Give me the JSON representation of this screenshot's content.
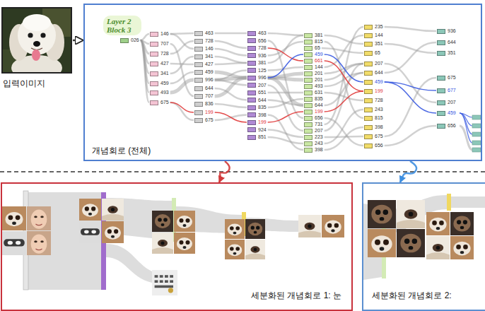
{
  "diagram": {
    "nodes": [
      {
        "text": [
          "입력이미지"
        ]
      },
      {
        "text": [
          "개념회로 (전체)"
        ]
      },
      {
        "text": [
          "Layer 2 Block 3"
        ],
        "in": 1
      },
      {
        "text": [
          "026"
        ],
        "in": 1
      },
      {
        "text": [
          "146"
        ],
        "in": 1
      },
      {
        "text": [
          "707"
        ],
        "in": 1
      },
      {
        "text": [
          "728"
        ],
        "in": 1
      },
      {
        "text": [
          "427"
        ],
        "in": 1
      },
      {
        "text": [
          "341"
        ],
        "in": 1
      },
      {
        "text": [
          "459"
        ],
        "in": 1
      },
      {
        "text": [
          "493"
        ],
        "in": 1
      },
      {
        "text": [
          "675"
        ],
        "in": 1
      },
      {
        "text": [
          "463"
        ],
        "in": 1
      },
      {
        "text": [
          "728"
        ],
        "in": 1
      },
      {
        "text": [
          "146"
        ],
        "in": 1
      },
      {
        "text": [
          "341"
        ],
        "in": 1
      },
      {
        "text": [
          "427"
        ],
        "in": 1
      },
      {
        "text": [
          "459"
        ],
        "in": 1
      },
      {
        "text": [
          "996"
        ],
        "in": 1
      },
      {
        "text": [
          "644"
        ],
        "in": 1
      },
      {
        "text": [
          "707"
        ],
        "in": 1
      },
      {
        "text": [
          "836"
        ],
        "in": 1
      },
      {
        "text": [
          "199"
        ],
        "in": 1
      },
      {
        "text": [
          "675"
        ],
        "in": 1
      },
      {
        "text": [
          "463"
        ],
        "in": 1
      },
      {
        "text": [
          "656"
        ],
        "in": 1
      },
      {
        "text": [
          "728"
        ],
        "in": 1
      },
      {
        "text": [
          "936"
        ],
        "in": 1
      },
      {
        "text": [
          "381"
        ],
        "in": 1
      },
      {
        "text": [
          "125"
        ],
        "in": 1
      },
      {
        "text": [
          "996"
        ],
        "in": 1
      },
      {
        "text": [
          "207"
        ],
        "in": 1
      },
      {
        "text": [
          "651"
        ],
        "in": 1
      },
      {
        "text": [
          "644"
        ],
        "in": 1
      },
      {
        "text": [
          "835"
        ],
        "in": 1
      },
      {
        "text": [
          "398"
        ],
        "in": 1
      },
      {
        "text": [
          "199"
        ],
        "in": 1
      },
      {
        "text": [
          "924"
        ],
        "in": 1
      },
      {
        "text": [
          "851"
        ],
        "in": 1
      },
      {
        "text": [
          "381"
        ],
        "in": 1
      },
      {
        "text": [
          "815"
        ],
        "in": 1
      },
      {
        "text": [
          "65"
        ],
        "in": 1
      },
      {
        "text": [
          "459"
        ],
        "in": 1
      },
      {
        "text": [
          "661"
        ],
        "in": 1
      },
      {
        "text": [
          "144"
        ],
        "in": 1
      },
      {
        "text": [
          "201"
        ],
        "in": 1
      },
      {
        "text": [
          "201"
        ],
        "in": 1
      },
      {
        "text": [
          "493"
        ],
        "in": 1
      },
      {
        "text": [
          "631"
        ],
        "in": 1
      },
      {
        "text": [
          "835"
        ],
        "in": 1
      },
      {
        "text": [
          "644"
        ],
        "in": 1
      },
      {
        "text": [
          "199"
        ],
        "in": 1
      },
      {
        "text": [
          "656"
        ],
        "in": 1
      },
      {
        "text": [
          "731"
        ],
        "in": 1
      },
      {
        "text": [
          "207"
        ],
        "in": 1
      },
      {
        "text": [
          "223"
        ],
        "in": 1
      },
      {
        "text": [
          "243"
        ],
        "in": 1
      },
      {
        "text": [
          "398"
        ],
        "in": 1
      },
      {
        "text": [
          "235"
        ],
        "in": 1
      },
      {
        "text": [
          "144"
        ],
        "in": 1
      },
      {
        "text": [
          "351"
        ],
        "in": 1
      },
      {
        "text": [
          "65"
        ],
        "in": 1
      },
      {
        "text": [
          "207"
        ],
        "in": 1
      },
      {
        "text": [
          "644"
        ],
        "in": 1
      },
      {
        "text": [
          "459"
        ],
        "in": 1
      },
      {
        "text": [
          "199"
        ],
        "in": 1
      },
      {
        "text": [
          "728"
        ],
        "in": 1
      },
      {
        "text": [
          "243"
        ],
        "in": 1
      },
      {
        "text": [
          "815"
        ],
        "in": 1
      },
      {
        "text": [
          "398"
        ],
        "in": 1
      },
      {
        "text": [
          "675"
        ],
        "in": 1
      },
      {
        "text": [
          "656"
        ],
        "in": 1
      },
      {
        "text": [
          "936"
        ],
        "in": 1
      },
      {
        "text": [
          "644"
        ],
        "in": 1
      },
      {
        "text": [
          "351"
        ],
        "in": 1
      },
      {
        "text": [
          "675"
        ],
        "in": 1
      },
      {
        "text": [
          "677"
        ],
        "in": 1
      },
      {
        "text": [
          "207"
        ],
        "in": 1
      },
      {
        "text": [
          "459"
        ],
        "in": 1
      },
      {
        "text": [
          "656"
        ],
        "in": 1
      },
      {
        "text": [
          "세분화된 개념회로 1: 눈"
        ]
      },
      {
        "text": [
          "세분화된 개념회로 2:"
        ]
      }
    ],
    "edges": [
      {
        "from": 0,
        "to": 1,
        "arrow": "to"
      },
      {
        "from": 3,
        "to": 4,
        "arrow": "none"
      },
      {
        "from": 3,
        "to": 5,
        "arrow": "none"
      },
      {
        "from": 3,
        "to": 6,
        "arrow": "none"
      },
      {
        "from": 3,
        "to": 7,
        "arrow": "none"
      },
      {
        "from": 3,
        "to": 8,
        "arrow": "none"
      },
      {
        "from": 3,
        "to": 9,
        "arrow": "none"
      },
      {
        "from": 3,
        "to": 10,
        "arrow": "none"
      },
      {
        "from": 3,
        "to": 11,
        "arrow": "none"
      },
      {
        "from": 4,
        "to": 14,
        "arrow": "none"
      },
      {
        "from": 4,
        "to": 12,
        "arrow": "none"
      },
      {
        "from": 5,
        "to": 20,
        "arrow": "none"
      },
      {
        "from": 6,
        "to": 13,
        "arrow": "none"
      },
      {
        "from": 7,
        "to": 16,
        "arrow": "none"
      },
      {
        "from": 8,
        "to": 15,
        "arrow": "none"
      },
      {
        "from": 9,
        "to": 17,
        "arrow": "none"
      },
      {
        "from": 10,
        "to": 18,
        "arrow": "none"
      },
      {
        "from": 11,
        "to": 23,
        "arrow": "none"
      },
      {
        "from": 11,
        "to": 22,
        "arrow": "none"
      },
      {
        "from": 12,
        "to": 24,
        "arrow": "none"
      },
      {
        "from": 13,
        "to": 26,
        "arrow": "none"
      },
      {
        "from": 14,
        "to": 27,
        "arrow": "none"
      },
      {
        "from": 15,
        "to": 28,
        "arrow": "none"
      },
      {
        "from": 16,
        "to": 28,
        "arrow": "none"
      },
      {
        "from": 17,
        "to": 30,
        "arrow": "none"
      },
      {
        "from": 18,
        "to": 30,
        "arrow": "none"
      },
      {
        "from": 18,
        "to": 29,
        "arrow": "none"
      },
      {
        "from": 18,
        "to": 31,
        "arrow": "none"
      },
      {
        "from": 19,
        "to": 33,
        "arrow": "none"
      },
      {
        "from": 20,
        "to": 30,
        "arrow": "none"
      },
      {
        "from": 21,
        "to": 34,
        "arrow": "none"
      },
      {
        "from": 22,
        "to": 36,
        "arrow": "none"
      },
      {
        "from": 23,
        "to": 35,
        "arrow": "none"
      },
      {
        "from": 24,
        "to": 39,
        "arrow": "none"
      },
      {
        "from": 25,
        "to": 52,
        "arrow": "none"
      },
      {
        "from": 26,
        "to": 43,
        "arrow": "none"
      },
      {
        "from": 27,
        "to": 40,
        "arrow": "none"
      },
      {
        "from": 28,
        "to": 39,
        "arrow": "none"
      },
      {
        "from": 29,
        "to": 44,
        "arrow": "none"
      },
      {
        "from": 30,
        "to": 45,
        "arrow": "none"
      },
      {
        "from": 30,
        "to": 46,
        "arrow": "none"
      },
      {
        "from": 30,
        "to": 42,
        "arrow": "none"
      },
      {
        "from": 30,
        "to": 50,
        "arrow": "none"
      },
      {
        "from": 31,
        "to": 54,
        "arrow": "none"
      },
      {
        "from": 32,
        "to": 48,
        "arrow": "none"
      },
      {
        "from": 33,
        "to": 50,
        "arrow": "none"
      },
      {
        "from": 34,
        "to": 49,
        "arrow": "none"
      },
      {
        "from": 35,
        "to": 57,
        "arrow": "none"
      },
      {
        "from": 36,
        "to": 51,
        "arrow": "none"
      },
      {
        "from": 37,
        "to": 55,
        "arrow": "none"
      },
      {
        "from": 38,
        "to": 56,
        "arrow": "none"
      },
      {
        "from": 39,
        "to": 60,
        "arrow": "none"
      },
      {
        "from": 40,
        "to": 68,
        "arrow": "none"
      },
      {
        "from": 41,
        "to": 61,
        "arrow": "none"
      },
      {
        "from": 42,
        "to": 64,
        "arrow": "none"
      },
      {
        "from": 43,
        "to": 65,
        "arrow": "none"
      },
      {
        "from": 44,
        "to": 59,
        "arrow": "none"
      },
      {
        "from": 45,
        "to": 62,
        "arrow": "none"
      },
      {
        "from": 46,
        "to": 62,
        "arrow": "none"
      },
      {
        "from": 47,
        "to": 63,
        "arrow": "none"
      },
      {
        "from": 48,
        "to": 66,
        "arrow": "none"
      },
      {
        "from": 50,
        "to": 63,
        "arrow": "none"
      },
      {
        "from": 51,
        "to": 65,
        "arrow": "none"
      },
      {
        "from": 52,
        "to": 71,
        "arrow": "none"
      },
      {
        "from": 53,
        "to": 58,
        "arrow": "none"
      },
      {
        "from": 54,
        "to": 62,
        "arrow": "none"
      },
      {
        "from": 55,
        "to": 70,
        "arrow": "none"
      },
      {
        "from": 56,
        "to": 67,
        "arrow": "none"
      },
      {
        "from": 57,
        "to": 69,
        "arrow": "none"
      },
      {
        "from": 58,
        "to": 72,
        "arrow": "none"
      },
      {
        "from": 63,
        "to": 73,
        "arrow": "none"
      },
      {
        "from": 60,
        "to": 74,
        "arrow": "none"
      },
      {
        "from": 70,
        "to": 75,
        "arrow": "none"
      },
      {
        "from": 64,
        "to": 76,
        "arrow": "none"
      },
      {
        "from": 62,
        "to": 77,
        "arrow": "none"
      },
      {
        "from": 64,
        "to": 78,
        "arrow": "none"
      },
      {
        "from": 71,
        "to": 79,
        "arrow": "none"
      },
      {
        "from": 1,
        "to": 80,
        "arrow": "to"
      },
      {
        "from": 1,
        "to": 81,
        "arrow": "to"
      }
    ]
  }
}
